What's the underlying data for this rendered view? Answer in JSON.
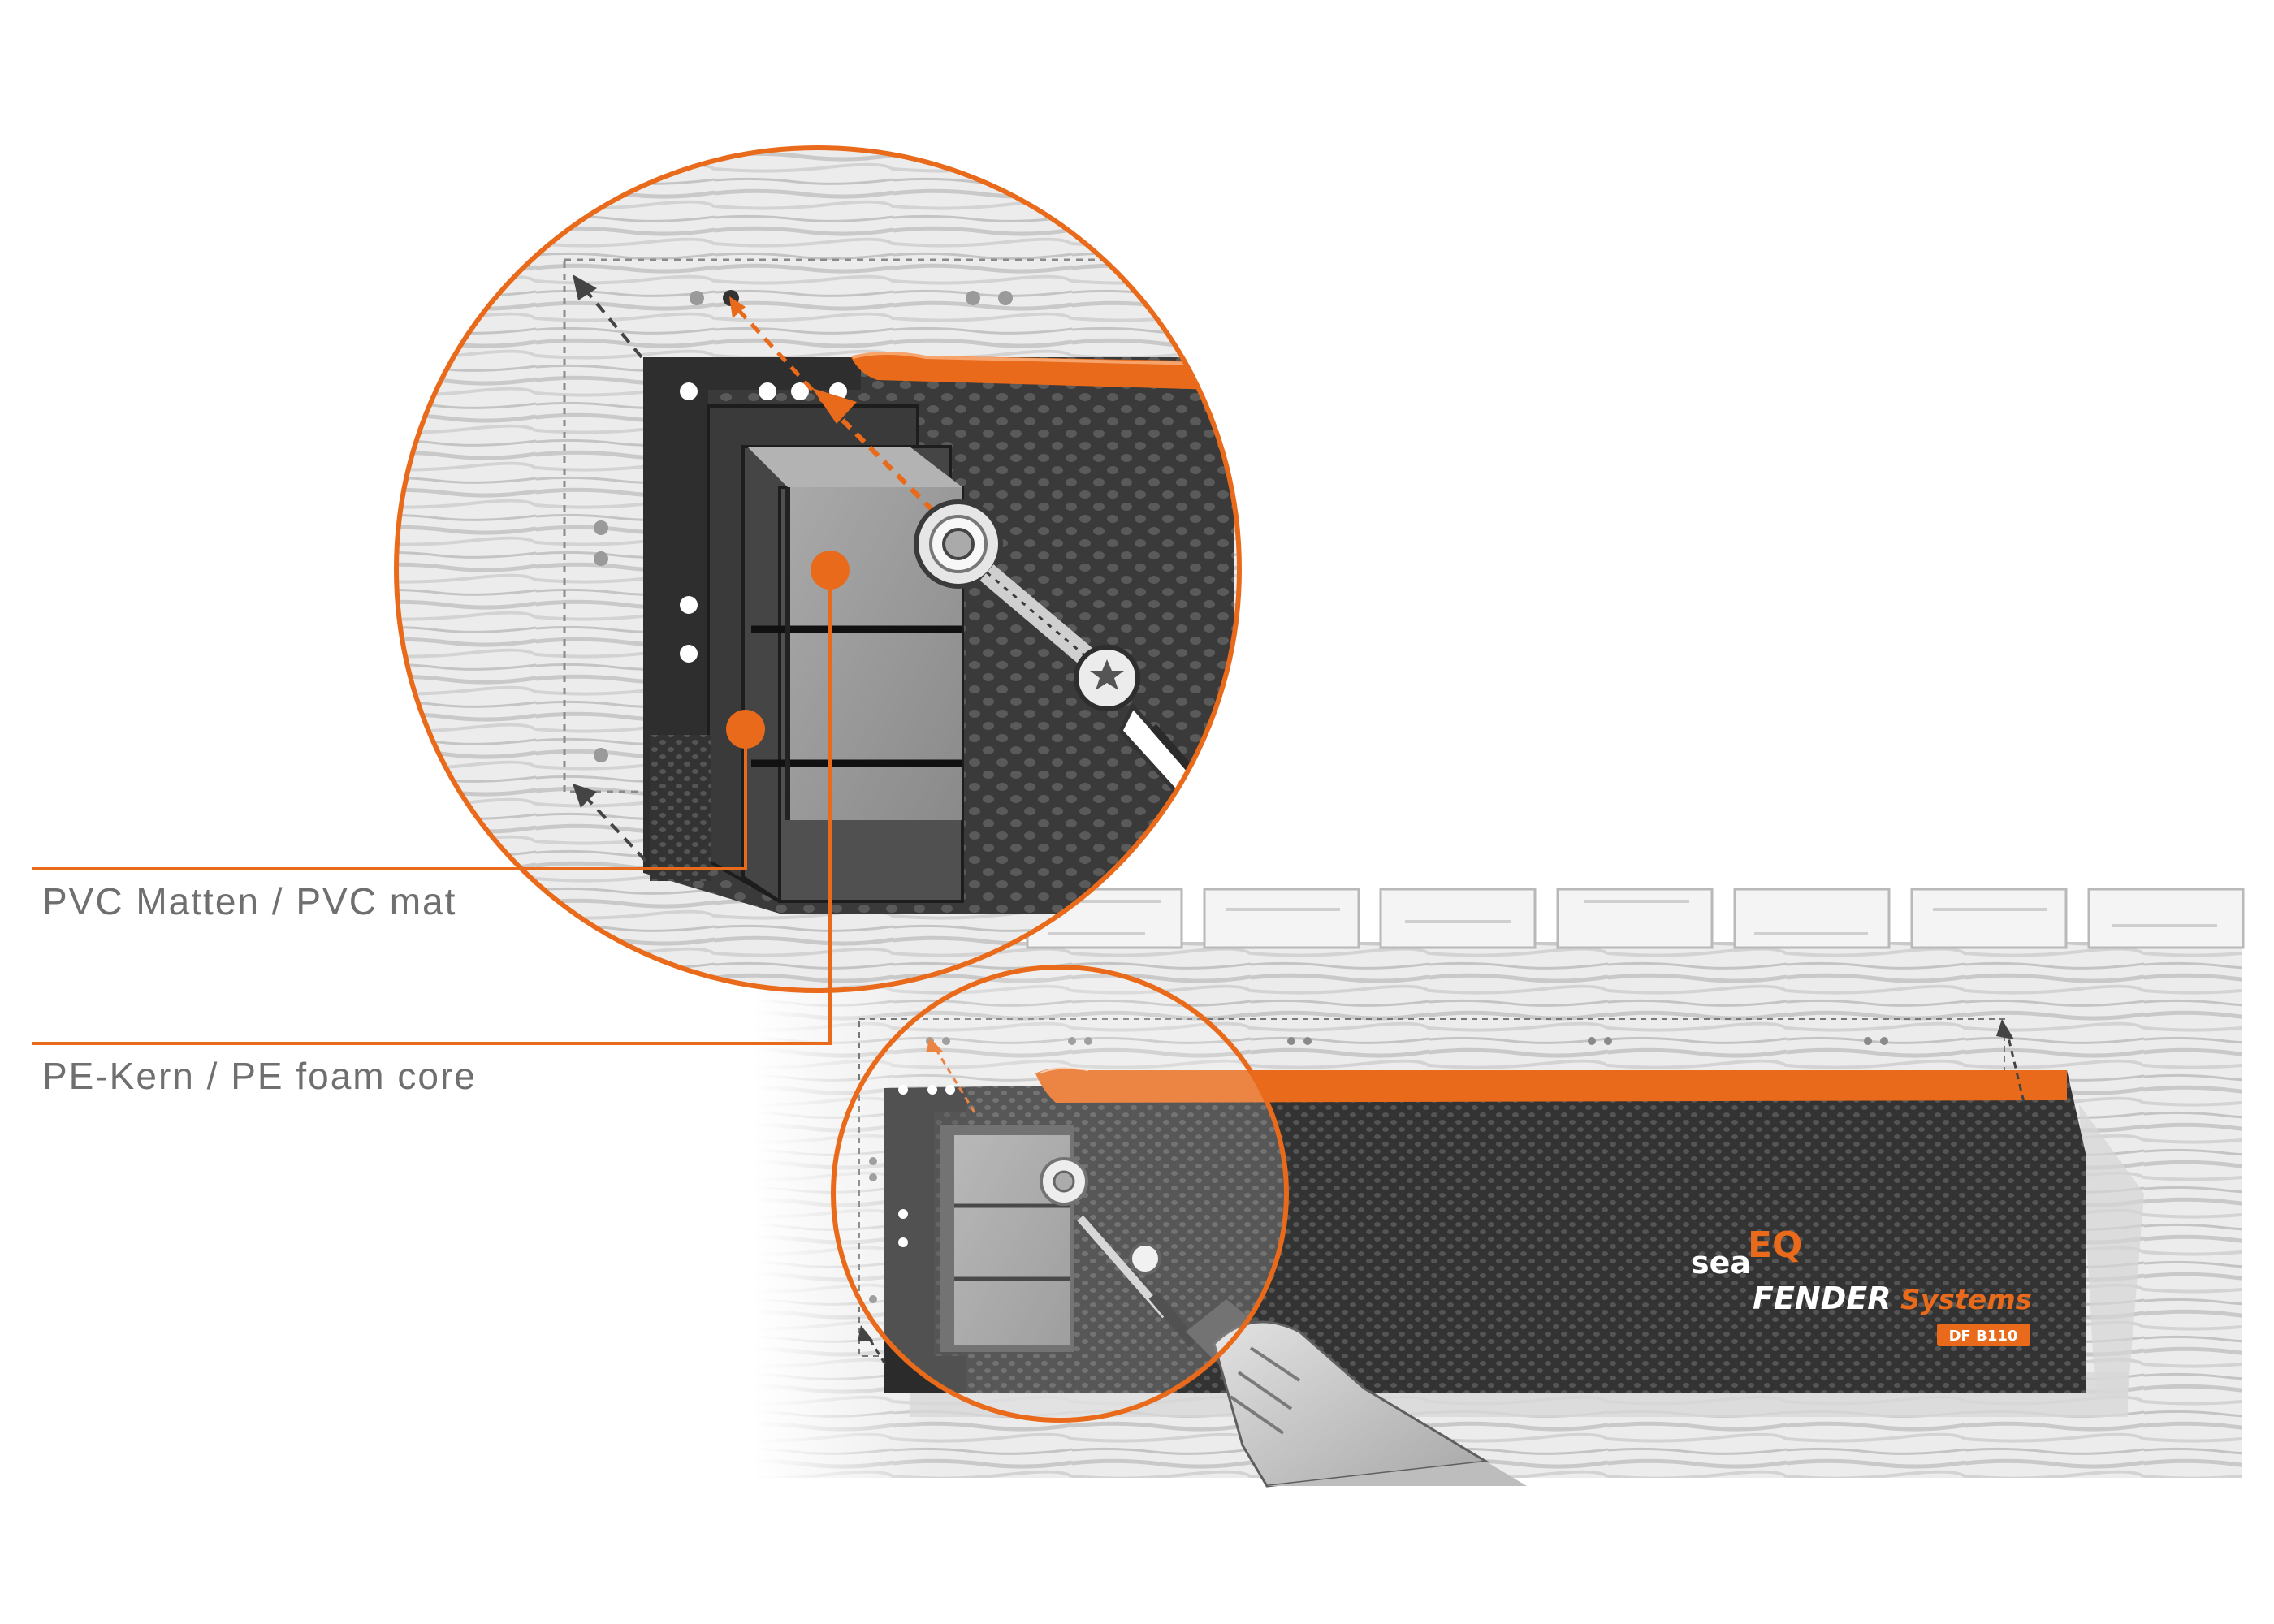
{
  "labels": {
    "pvc_mat": "PVC Matten / PVC mat",
    "pe_core": "PE-Kern / PE foam core"
  },
  "brand": {
    "sea": "sea",
    "eq": "EQ",
    "fender": "FENDER",
    "systems": "Systems",
    "model": "DF B110"
  },
  "colors": {
    "accent": "#e86a1a",
    "fender_body": "#2f2f2f",
    "wood": "#e6e6e6",
    "label_text": "#6f6f6f"
  },
  "icons": [
    "drill-icon",
    "screw-icon",
    "washer-icon",
    "arrow-icon"
  ]
}
